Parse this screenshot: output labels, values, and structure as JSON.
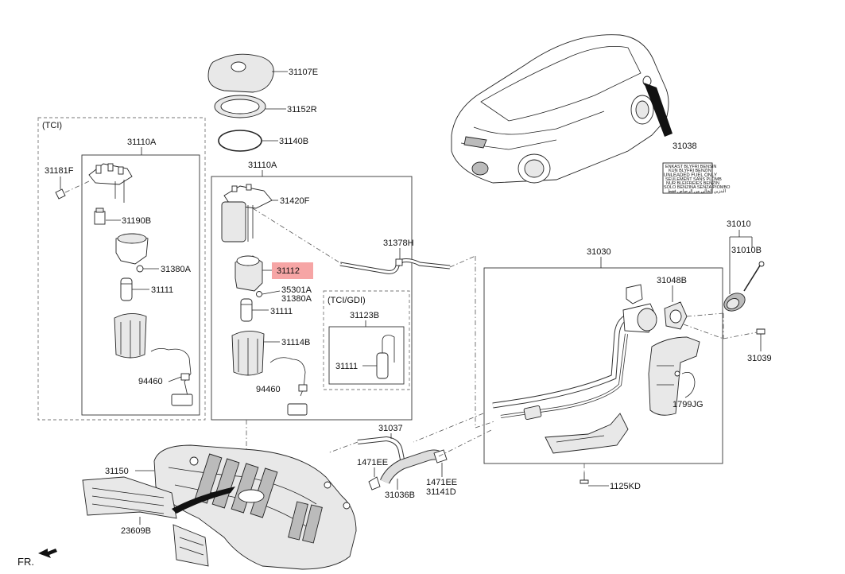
{
  "labels": {
    "p31107E": "31107E",
    "p31152R": "31152R",
    "p31140B": "31140B",
    "tci": "(TCI)",
    "p31110A_left": "31110A",
    "p31110A_mid": "31110A",
    "p31181F": "31181F",
    "p31190B": "31190B",
    "p31380A_left": "31380A",
    "p31111_left": "31111",
    "p94460_left": "94460",
    "p31420F": "31420F",
    "p31112": "31112",
    "p35301A": "35301A",
    "p31380A_mid": "31380A",
    "p31111_mid": "31111",
    "p31114B": "31114B",
    "p94460_mid": "94460",
    "tci_gdi": "(TCI/GDI)",
    "p31123B": "31123B",
    "p31111_gdi": "31111",
    "p31378H": "31378H",
    "p31038": "31038",
    "p31010": "31010",
    "p31010B": "31010B",
    "p31030": "31030",
    "p31048B": "31048B",
    "p31039": "31039",
    "p1799JG": "1799JG",
    "p1125KD": "1125KD",
    "p31037": "31037",
    "p1471EE_left": "1471EE",
    "p31036B": "31036B",
    "p1471EE_right": "1471EE",
    "p31141D": "31141D",
    "p31150": "31150",
    "p23609B": "23609B",
    "fr": "FR."
  },
  "decal": {
    "line1": "ENKAST BLYFRI BENSIN",
    "line2": "KUN BLYFRI BENZIN",
    "line3": "UNLEADED FUEL ONLY",
    "line4": "SEULEMENT SANS PLOMB",
    "line5": "NUR BLEIFREIES BENZIN",
    "line6": "SOLO BENZINA SENZA PIOMBO",
    "line7": "البنزين الخالي من الرصاص فقط"
  },
  "colors": {
    "highlight": "#f6a5a5",
    "line": "#222222",
    "background": "#ffffff"
  }
}
